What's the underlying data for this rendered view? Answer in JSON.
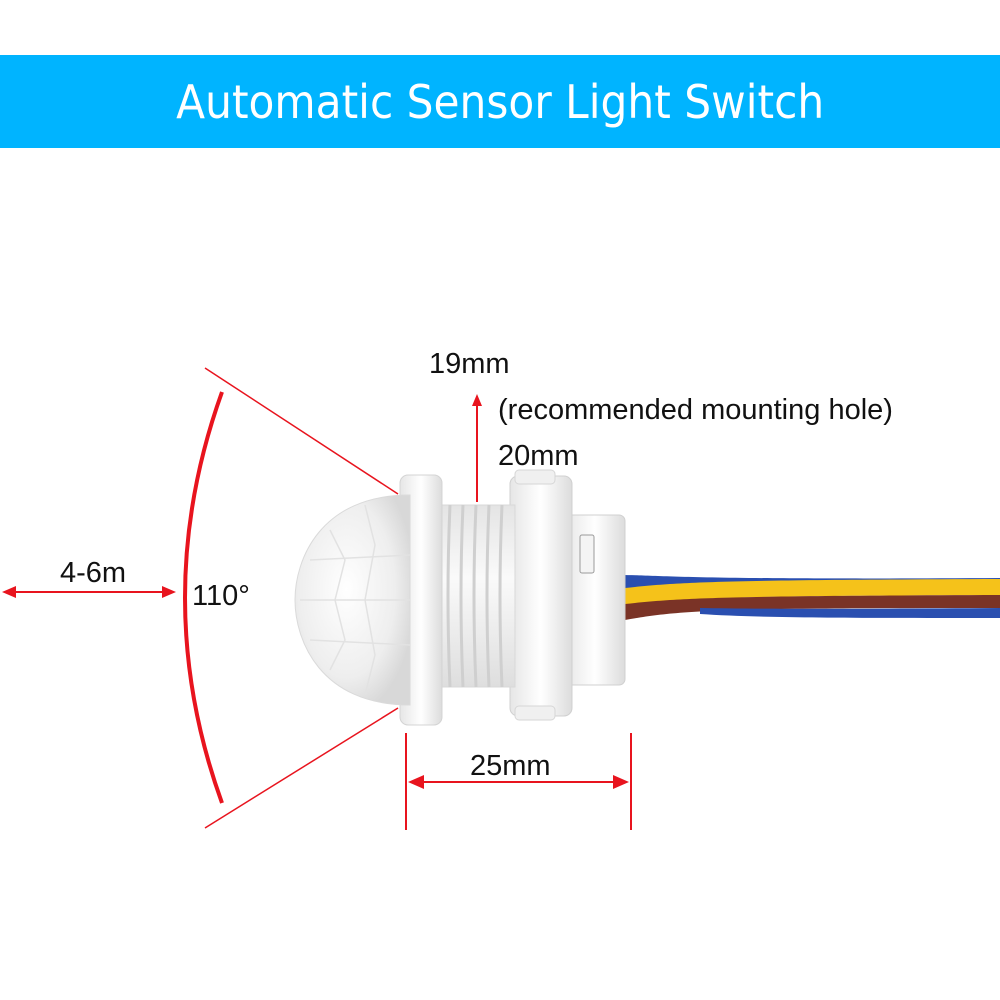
{
  "banner": {
    "title": "Automatic Sensor Light Switch",
    "background_color": "#00b4ff",
    "text_color": "#ffffff"
  },
  "annotations": {
    "range": "4-6m",
    "angle": "110°",
    "hole_min": "19mm",
    "hole_note": "(recommended mounting hole)",
    "hole_max": "20mm",
    "length": "25mm"
  },
  "colors": {
    "dimension_lines": "#e8141e",
    "wire_yellow": "#f5c21a",
    "wire_brown": "#7a3326",
    "wire_blue": "#2a4fb0"
  },
  "product": {
    "name": "PIR motion sensor with threaded housing and three wires",
    "wires": [
      "yellow",
      "brown",
      "blue"
    ]
  }
}
